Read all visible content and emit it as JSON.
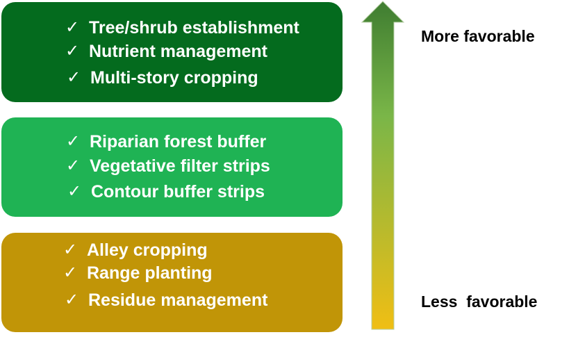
{
  "tiers": [
    {
      "items": [
        "Tree/shrub establishment",
        "Nutrient management",
        "Multi-story cropping"
      ]
    },
    {
      "items": [
        "Riparian forest buffer",
        "Vegetative filter strips",
        "Contour buffer strips"
      ]
    },
    {
      "items": [
        "Alley cropping",
        "Range planting",
        "Residue management"
      ]
    }
  ],
  "scale": {
    "top_label": "More favorable",
    "bottom_label": "Less  favorable"
  },
  "icons": {
    "item_marker": "check-icon"
  },
  "colors": {
    "tier_top": "#046b1e",
    "tier_mid": "#1fb354",
    "tier_bottom": "#c19507",
    "arrow_top": "#3f7d31",
    "arrow_mid": "#7ab648",
    "arrow_bottom": "#f0be14"
  }
}
